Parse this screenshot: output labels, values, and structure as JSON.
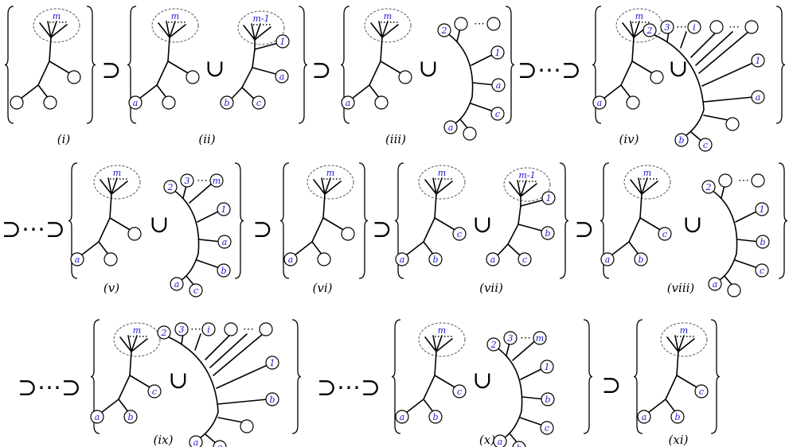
{
  "captions": [
    "(i)",
    "(ii)",
    "(iii)",
    "(iv)",
    "(v)",
    "(vi)",
    "(vii)",
    "(viii)",
    "(ix)",
    "(x)",
    "(xi)"
  ],
  "labels": {
    "m": "m",
    "m_minus_1": "m-1",
    "one": "1",
    "two": "2",
    "three": "3",
    "i": "i",
    "a": "a",
    "b": "b",
    "c": "c",
    "dots": "⋯"
  },
  "operators": {
    "superset": "⊃",
    "union": "∪",
    "superset_dots": "⊃⋯⊃"
  },
  "colors": {
    "label": "#1a1ad0",
    "line": "#000000",
    "oval": "#555555"
  }
}
